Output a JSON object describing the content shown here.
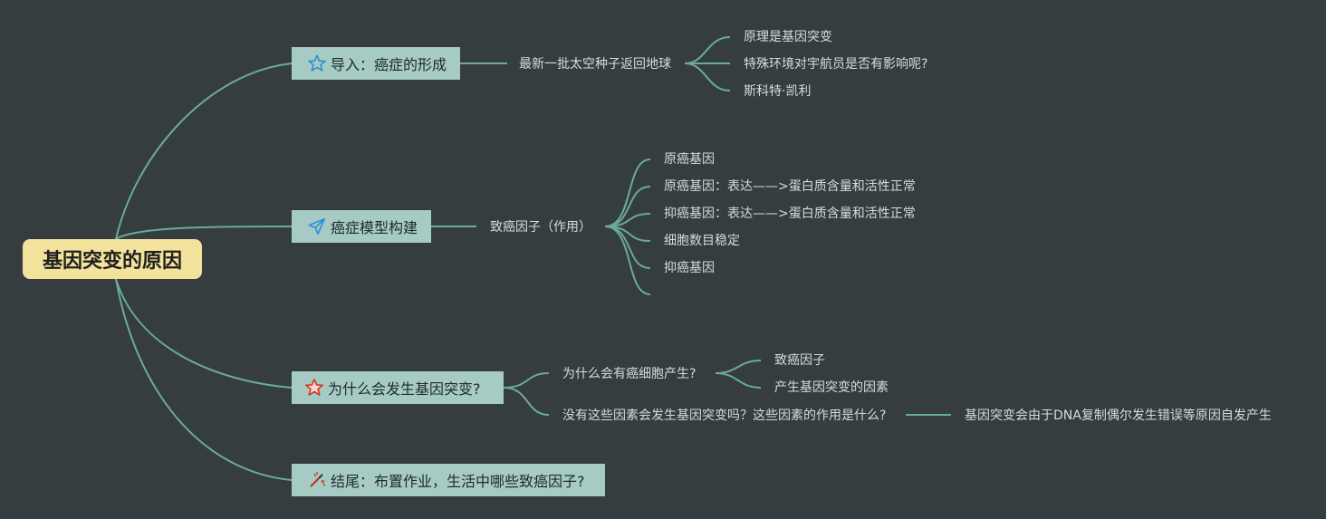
{
  "root": {
    "label": "基因突变的原因"
  },
  "branches": [
    {
      "label": "导入：癌症的形成",
      "icon": "star-outline-icon",
      "children": [
        {
          "label": "最新一批太空种子返回地球",
          "children": [
            {
              "label": "原理是基因突变"
            },
            {
              "label": "特殊环境对宇航员是否有影响呢?"
            },
            {
              "label": "斯科特·凯利"
            }
          ]
        }
      ]
    },
    {
      "label": "癌症模型构建",
      "icon": "paper-plane-icon",
      "children": [
        {
          "label": "致癌因子（作用）",
          "children": [
            {
              "label": "原癌基因"
            },
            {
              "label": "原癌基因：表达——>蛋白质含量和活性正常"
            },
            {
              "label": "抑癌基因：表达——>蛋白质含量和活性正常"
            },
            {
              "label": "细胞数目稳定"
            },
            {
              "label": "抑癌基因"
            },
            {
              "label": ""
            }
          ]
        }
      ]
    },
    {
      "label": "为什么会发生基因突变?",
      "icon": "star-red-icon",
      "children": [
        {
          "label": "为什么会有癌细胞产生?",
          "children": [
            {
              "label": "致癌因子"
            },
            {
              "label": "产生基因突变的因素"
            }
          ]
        },
        {
          "label": "没有这些因素会发生基因突变吗？这些因素的作用是什么?",
          "children": [
            {
              "label": "基因突变会由于DNA复制偶尔发生错误等原因自发产生"
            }
          ]
        }
      ]
    },
    {
      "label": "结尾：布置作业，生活中哪些致癌因子?",
      "icon": "magic-wand-icon",
      "children": []
    }
  ],
  "colors": {
    "background": "#363d41",
    "line": "#6aab9b",
    "root_fill": "#f2e29c",
    "branch_fill": "#a6cbc4",
    "text_light": "#d6dcdc"
  }
}
